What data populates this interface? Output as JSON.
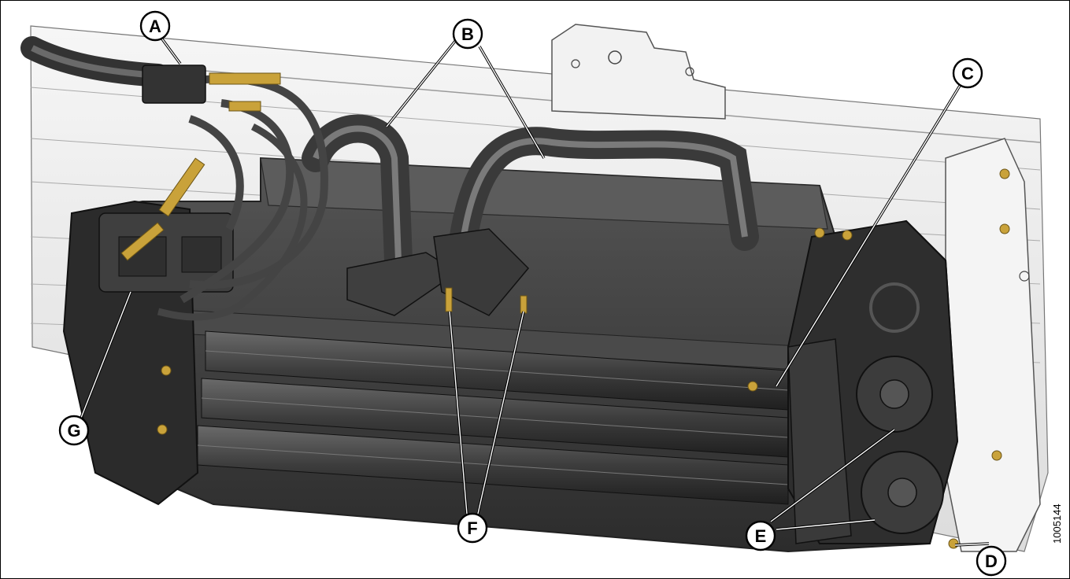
{
  "figure": {
    "id_number": "1005144",
    "callouts": [
      {
        "key": "A",
        "label": "A"
      },
      {
        "key": "B",
        "label": "B"
      },
      {
        "key": "C",
        "label": "C"
      },
      {
        "key": "D",
        "label": "D"
      },
      {
        "key": "E",
        "label": "E"
      },
      {
        "key": "F",
        "label": "F"
      },
      {
        "key": "G",
        "label": "G"
      }
    ]
  },
  "colors": {
    "frame_light": "#ececec",
    "body_dark": "#3a3a3a",
    "body_mid": "#555555",
    "hose": "#4a4a4a",
    "brass": "#c9a23a"
  }
}
